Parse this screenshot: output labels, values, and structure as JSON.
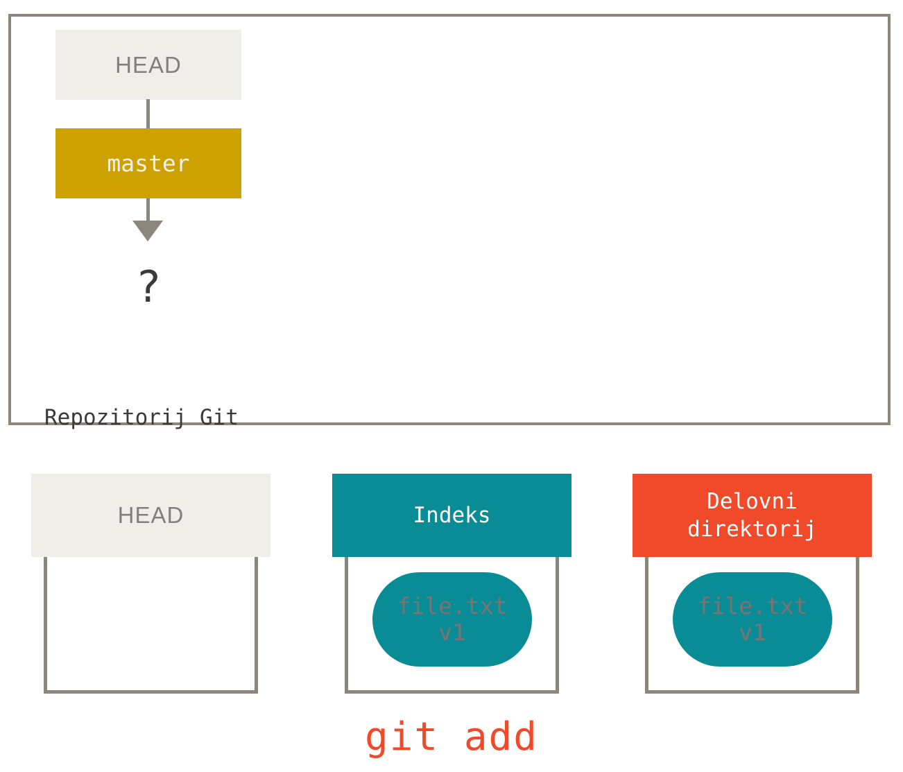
{
  "repository": {
    "label": "Repozitorij Git",
    "head_box_label": "HEAD",
    "branch_box_label": "master",
    "unknown_commit_marker": "?"
  },
  "columns": [
    {
      "id": "head",
      "header_label": "HEAD",
      "header_color": "#efeee9",
      "header_text_color": "#808080",
      "blob": null
    },
    {
      "id": "index",
      "header_label": "Indeks",
      "header_color": "#0a8c96",
      "header_text_color": "#ffffff",
      "blob": {
        "filename": "file.txt",
        "version": "v1",
        "color": "#0a8c96",
        "text_color": "#7b7470"
      }
    },
    {
      "id": "working-directory",
      "header_label": "Delovni\ndirektorij",
      "header_color": "#f04a2a",
      "header_text_color": "#ffffff",
      "blob": {
        "filename": "file.txt",
        "version": "v1",
        "color": "#0a8c96",
        "text_color": "#7b7470"
      }
    }
  ],
  "caption": {
    "command": "git add",
    "color": "#f04a2a"
  },
  "palette": {
    "frame_gray": "#8d867d",
    "branch_gold": "#cda200",
    "teal": "#0a8c96",
    "orange_red": "#f04a2a",
    "light_gray": "#efeee9",
    "dark_text": "#3a3a3a"
  }
}
